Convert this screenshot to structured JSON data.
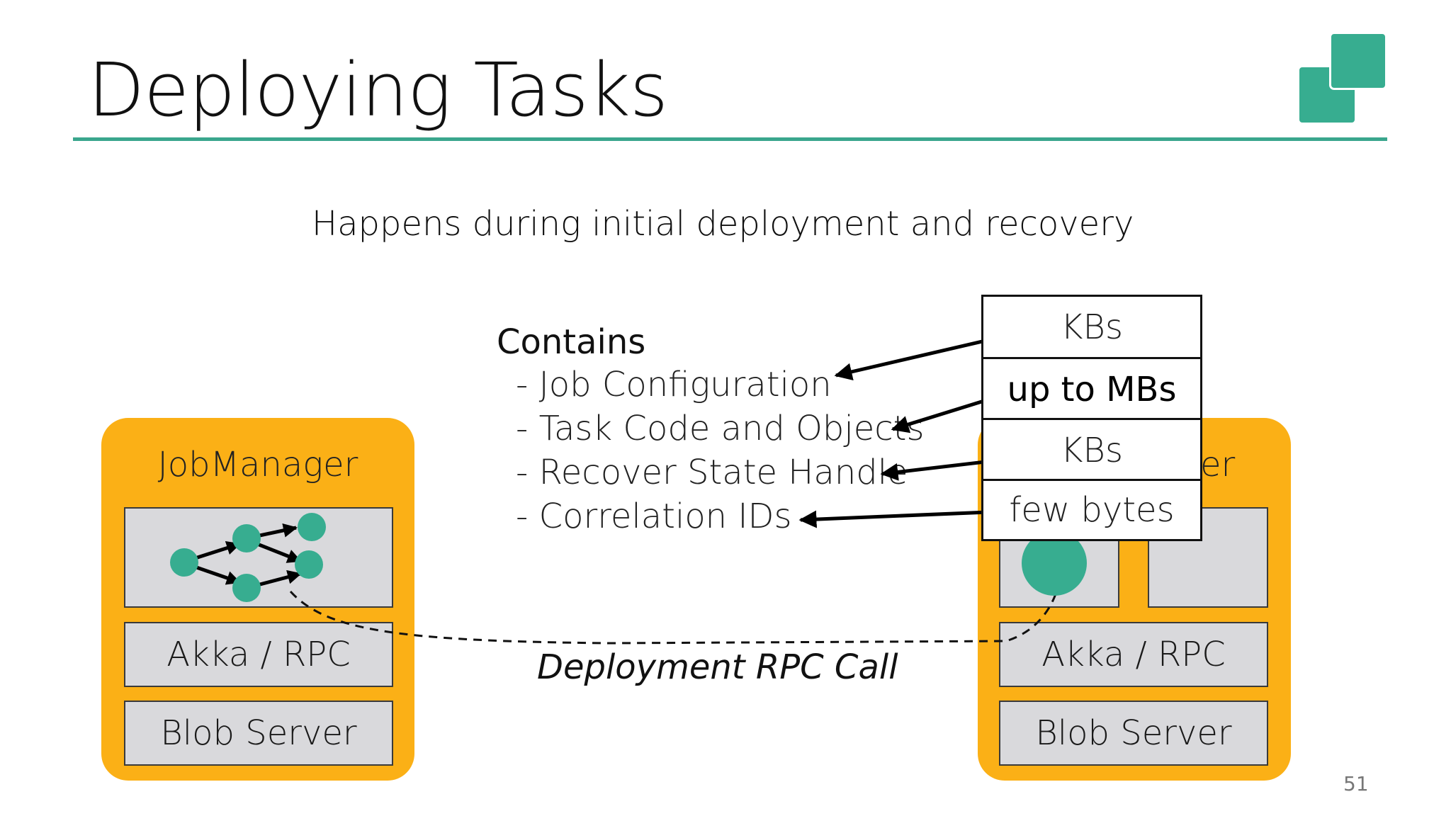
{
  "slide": {
    "title": "Deploying Tasks",
    "subtitle": "Happens during initial deployment and recovery",
    "page_number": "51"
  },
  "contains": {
    "title": "Contains",
    "items": [
      "- Job Configuration",
      "- Task Code and Objects",
      "- Recover State Handle",
      "- Correlation IDs"
    ]
  },
  "sizes": [
    "KBs",
    "up to MBs",
    "KBs",
    "few bytes"
  ],
  "job_manager": {
    "title": "JobManager",
    "layers": [
      "Akka / RPC",
      "Blob Server"
    ]
  },
  "task_manager": {
    "title_visible": "er",
    "layers": [
      "Akka / RPC",
      "Blob Server"
    ]
  },
  "rpc_label": "Deployment RPC Call",
  "colors": {
    "accent": "#3aa68d",
    "node_box": "#fbb016",
    "dag_node": "#37ad90",
    "layer_fill": "#d9d9dc"
  }
}
